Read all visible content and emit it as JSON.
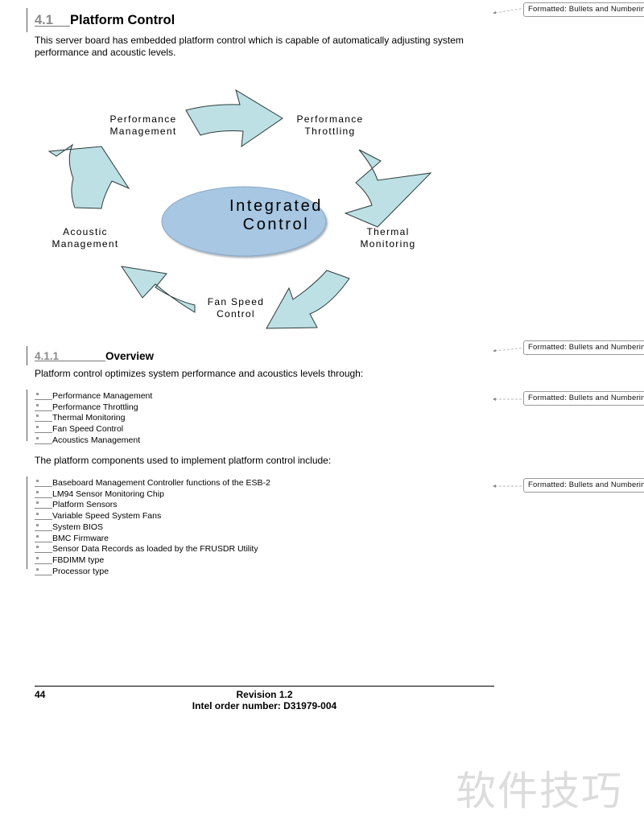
{
  "section": {
    "number": "4.1",
    "title": "Platform Control",
    "intro": "This server board has embedded platform control which is capable of automatically adjusting system performance and acoustic levels."
  },
  "diagram": {
    "center": "Integrated Control",
    "center_lines": [
      "Integrated",
      "Control"
    ],
    "nodes": [
      {
        "lines": [
          "Performance",
          "Management"
        ]
      },
      {
        "lines": [
          "Performance",
          "Throttling"
        ]
      },
      {
        "lines": [
          "Thermal",
          "Monitoring"
        ]
      },
      {
        "lines": [
          "Fan Speed",
          "Control"
        ]
      },
      {
        "lines": [
          "Acoustic",
          "Management"
        ]
      }
    ],
    "colors": {
      "arrow_fill": "#bde0e4",
      "ellipse_fill": "#a7c7e2"
    }
  },
  "subsection": {
    "number": "4.1.1",
    "title": "Overview",
    "intro": "Platform control optimizes system performance and acoustics levels through:",
    "features": [
      "Performance Management",
      "Performance Throttling",
      "Thermal Monitoring",
      "Fan Speed Control",
      "Acoustics Management"
    ],
    "components_intro": "The platform components used to implement platform control include:",
    "components": [
      "Baseboard Management Controller functions of the ESB-2",
      "LM94 Sensor Monitoring Chip",
      "Platform Sensors",
      "Variable Speed System Fans",
      "System BIOS",
      "BMC Firmware",
      "Sensor Data Records as loaded by the FRUSDR Utility",
      "FBDIMM type",
      "Processor type"
    ]
  },
  "comments": [
    {
      "text": "Formatted: Bullets and Numbering"
    },
    {
      "text": "Formatted: Bullets and Numbering"
    },
    {
      "text": "Formatted: Bullets and Numbering"
    },
    {
      "text": "Formatted: Bullets and Numbering"
    }
  ],
  "footer": {
    "page_number": "44",
    "revision": "Revision 1.2",
    "order_number": "Intel order number: D31979-004"
  },
  "watermark": "软件技巧"
}
